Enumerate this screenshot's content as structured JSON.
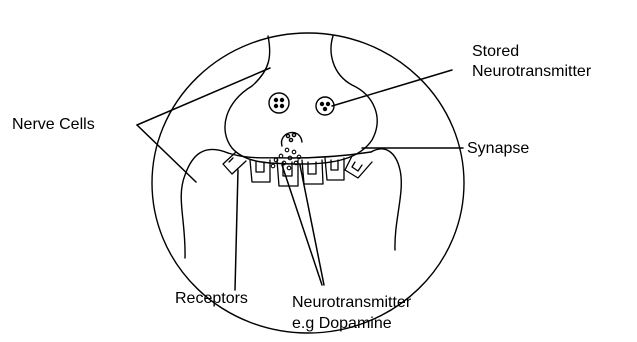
{
  "labels": {
    "nerve_cells": "Nerve Cells",
    "stored_nt_line1": "Stored",
    "stored_nt_line2": "Neurotransmitter",
    "synapse": "Synapse",
    "receptors": "Receptors",
    "nt_line1": "Neurotransmitter",
    "nt_line2": "e.g Dopamine"
  },
  "colors": {
    "stroke": "#000000",
    "background": "#ffffff"
  }
}
